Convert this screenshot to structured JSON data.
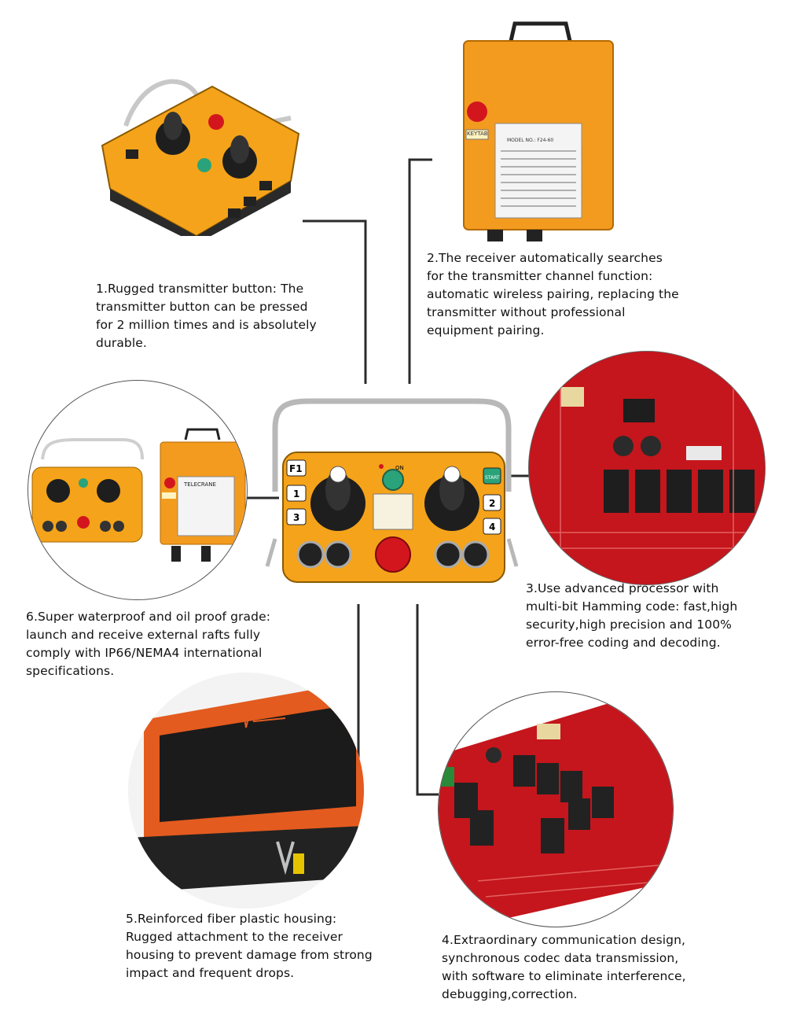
{
  "captions": {
    "c1": [
      "1.Rugged transmitter button: The",
      "transmitter button can be pressed",
      "for 2 million times and is absolutely",
      "durable."
    ],
    "c2": [
      "2.The receiver automatically searches",
      "for the transmitter channel function:",
      "automatic wireless pairing, replacing the",
      "transmitter without professional",
      "equipment pairing."
    ],
    "c3": [
      "3.Use advanced processor with",
      "multi-bit Hamming code: fast,high",
      "security,high precision and 100%",
      "error-free coding and decoding."
    ],
    "c4": [
      "4.Extraordinary communication design,",
      "synchronous codec data transmission,",
      "with software to eliminate interference,",
      "debugging,correction."
    ],
    "c5": [
      "5.Reinforced fiber plastic housing:",
      "Rugged attachment to the receiver",
      "housing to prevent damage from strong",
      "impact and frequent drops."
    ],
    "c6": [
      "6.Super waterproof and oil proof grade:",
      "launch and receive external rafts fully",
      "comply with IP66/NEMA4 international",
      "specifications."
    ]
  },
  "product": {
    "brand": "TELECRANE",
    "model_label": "MODEL NO.: F24-60",
    "side_label": "KEYTAB",
    "buttons": [
      "F1",
      "1",
      "3",
      "START",
      "2",
      "4"
    ],
    "dial_label": "ON"
  },
  "colors": {
    "housing": "#f5a31a",
    "receiver": "#f39b1f",
    "pcb": "#c4161c",
    "estop": "#d3161e",
    "line": "#2b2b2b"
  }
}
